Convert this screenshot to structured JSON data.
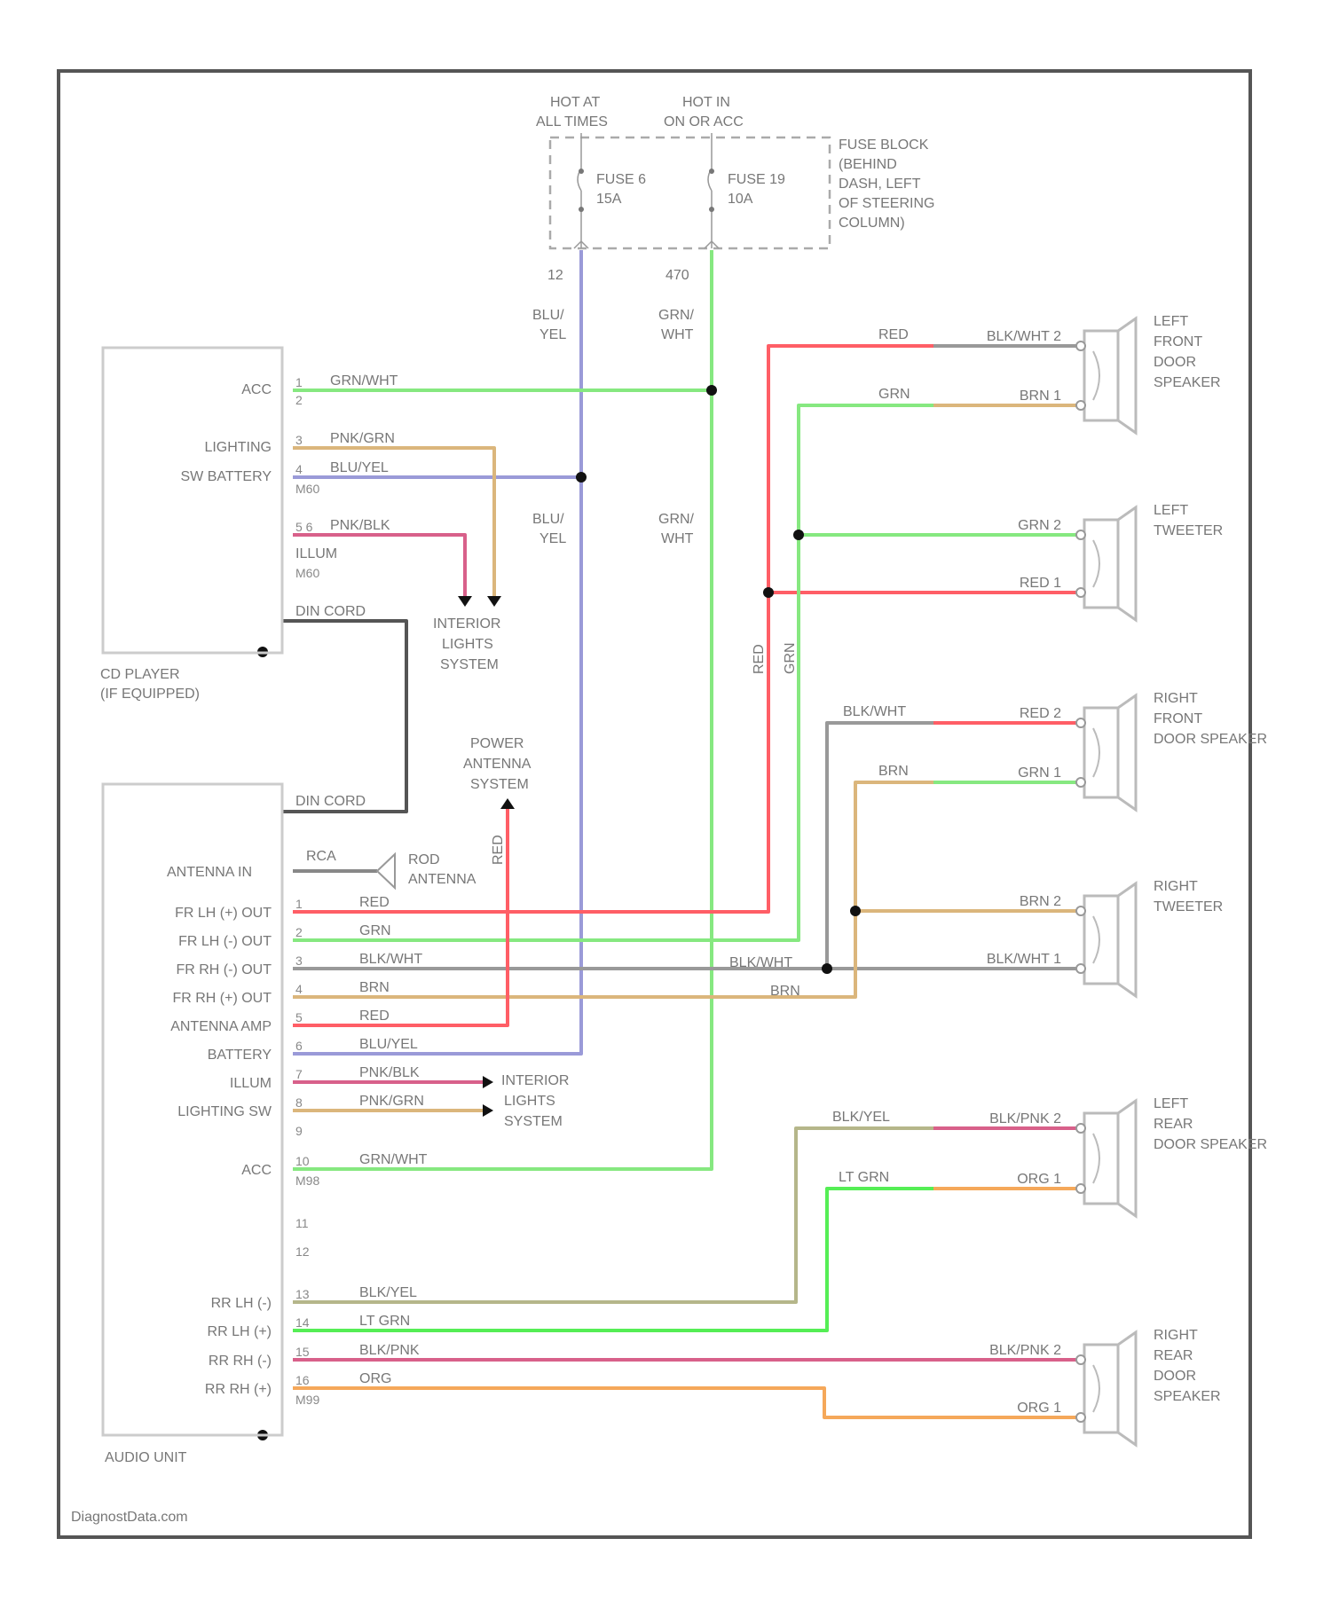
{
  "colors": {
    "red": "#ff5e66",
    "green": "#86e880",
    "lt_green": "#55ee55",
    "blue": "#9a9ad8",
    "gray": "#999999",
    "tan": "#dbb67c",
    "orange": "#f5a85a",
    "pink": "#d8608a",
    "olive": "#b5b68a",
    "dark": "#555555",
    "node": "#111111"
  },
  "watermark": "DiagnostData.com",
  "fuse_block": {
    "hot_at_all_times": [
      "HOT AT",
      "ALL TIMES"
    ],
    "hot_in_on_acc": [
      "HOT IN",
      "ON OR ACC"
    ],
    "fuse_a": [
      "FUSE 6",
      "15A"
    ],
    "fuse_b": [
      "FUSE 19",
      "10A"
    ],
    "label": [
      "FUSE BLOCK",
      "(BEHIND",
      "DASH, LEFT",
      "OF STEERING",
      "COLUMN)"
    ],
    "pin_a": "12",
    "pin_b": "470"
  },
  "vertical_wire_labels": {
    "blu_yel_upper": [
      "BLU/",
      "YEL"
    ],
    "grn_wht_upper": [
      "GRN/",
      "WHT"
    ],
    "blu_yel_lower": [
      "BLU/",
      "YEL"
    ],
    "grn_wht_lower": [
      "GRN/",
      "WHT"
    ],
    "red_v": "RED",
    "grn_v": "GRN",
    "red_antenna": "RED"
  },
  "cd_player": {
    "label": [
      "CD PLAYER",
      "(IF EQUIPPED)"
    ],
    "pins": [
      {
        "num": "1",
        "name": "ACC",
        "wire": "GRN/WHT"
      },
      {
        "num": "2",
        "name": "",
        "wire": ""
      },
      {
        "num": "3",
        "name": "LIGHTING",
        "wire": "PNK/GRN"
      },
      {
        "num": "4",
        "name": "SW BATTERY",
        "wire": "BLU/YEL"
      },
      {
        "num": "M60",
        "name": "",
        "wire": ""
      },
      {
        "num": "5 6",
        "name": "",
        "wire": "PNK/BLK"
      },
      {
        "num": "",
        "name": "",
        "wire": "ILLUM"
      },
      {
        "num": "M60",
        "name": "",
        "wire": ""
      }
    ],
    "din_cord": "DIN CORD"
  },
  "interior_lights_upper": [
    "INTERIOR",
    "LIGHTS",
    "SYSTEM"
  ],
  "interior_lights_lower": [
    "INTERIOR",
    "LIGHTS",
    "SYSTEM"
  ],
  "power_antenna": [
    "POWER",
    "ANTENNA",
    "SYSTEM"
  ],
  "rod_antenna": [
    "ROD",
    "ANTENNA"
  ],
  "audio_unit": {
    "label": "AUDIO UNIT",
    "din_cord": "DIN CORD",
    "antenna_in": "ANTENNA IN",
    "rca": "RCA",
    "pins": [
      {
        "num": "1",
        "name": "FR LH (+) OUT",
        "wire": "RED"
      },
      {
        "num": "2",
        "name": "FR LH (-) OUT",
        "wire": "GRN"
      },
      {
        "num": "3",
        "name": "FR RH (-) OUT",
        "wire": "BLK/WHT"
      },
      {
        "num": "4",
        "name": "FR RH (+) OUT",
        "wire": "BRN"
      },
      {
        "num": "5",
        "name": "ANTENNA AMP",
        "wire": "RED"
      },
      {
        "num": "6",
        "name": "BATTERY",
        "wire": "BLU/YEL"
      },
      {
        "num": "7",
        "name": "ILLUM",
        "wire": "PNK/BLK"
      },
      {
        "num": "8",
        "name": "LIGHTING SW",
        "wire": "PNK/GRN"
      },
      {
        "num": "9",
        "name": "",
        "wire": ""
      },
      {
        "num": "10",
        "name": "ACC",
        "wire": "GRN/WHT"
      },
      {
        "num": "M98",
        "name": "",
        "wire": ""
      },
      {
        "num": "11",
        "name": "",
        "wire": ""
      },
      {
        "num": "12",
        "name": "",
        "wire": ""
      },
      {
        "num": "13",
        "name": "RR LH (-)",
        "wire": "BLK/YEL"
      },
      {
        "num": "14",
        "name": "RR LH (+)",
        "wire": "LT GRN"
      },
      {
        "num": "15",
        "name": "RR RH (-)",
        "wire": "BLK/PNK"
      },
      {
        "num": "16",
        "name": "RR RH (+)",
        "wire": "ORG"
      },
      {
        "num": "M99",
        "name": "",
        "wire": ""
      }
    ]
  },
  "speakers": [
    {
      "id": "lf",
      "label": [
        "LEFT",
        "FRONT",
        "DOOR",
        "SPEAKER"
      ],
      "pin_top": {
        "num": "2",
        "wire": "BLK/WHT"
      },
      "pin_bot": {
        "num": "1",
        "wire": "BRN"
      },
      "feed_top": "RED",
      "feed_bot": "GRN"
    },
    {
      "id": "lt",
      "label": [
        "LEFT",
        "TWEETER"
      ],
      "pin_top": {
        "num": "2",
        "wire": "GRN"
      },
      "pin_bot": {
        "num": "1",
        "wire": "RED"
      }
    },
    {
      "id": "rf",
      "label": [
        "RIGHT",
        "FRONT",
        "DOOR SPEAKER"
      ],
      "pin_top": {
        "num": "2",
        "wire": "RED"
      },
      "pin_bot": {
        "num": "1",
        "wire": "GRN"
      },
      "feed_top": "BLK/WHT",
      "feed_bot": "BRN"
    },
    {
      "id": "rt",
      "label": [
        "RIGHT",
        "TWEETER"
      ],
      "pin_top": {
        "num": "2",
        "wire": "BRN"
      },
      "pin_bot": {
        "num": "1",
        "wire": "BLK/WHT"
      },
      "feed_bot_a": "BLK/WHT",
      "feed_bot_b": "BRN"
    },
    {
      "id": "lr",
      "label": [
        "LEFT",
        "REAR",
        "DOOR SPEAKER"
      ],
      "pin_top": {
        "num": "2",
        "wire": "BLK/PNK"
      },
      "pin_bot": {
        "num": "1",
        "wire": "ORG"
      },
      "feed_top": "BLK/YEL",
      "feed_bot": "LT GRN"
    },
    {
      "id": "rr",
      "label": [
        "RIGHT",
        "REAR",
        "DOOR",
        "SPEAKER"
      ],
      "pin_top": {
        "num": "2",
        "wire": "BLK/PNK"
      },
      "pin_bot": {
        "num": "1",
        "wire": "ORG"
      }
    }
  ]
}
